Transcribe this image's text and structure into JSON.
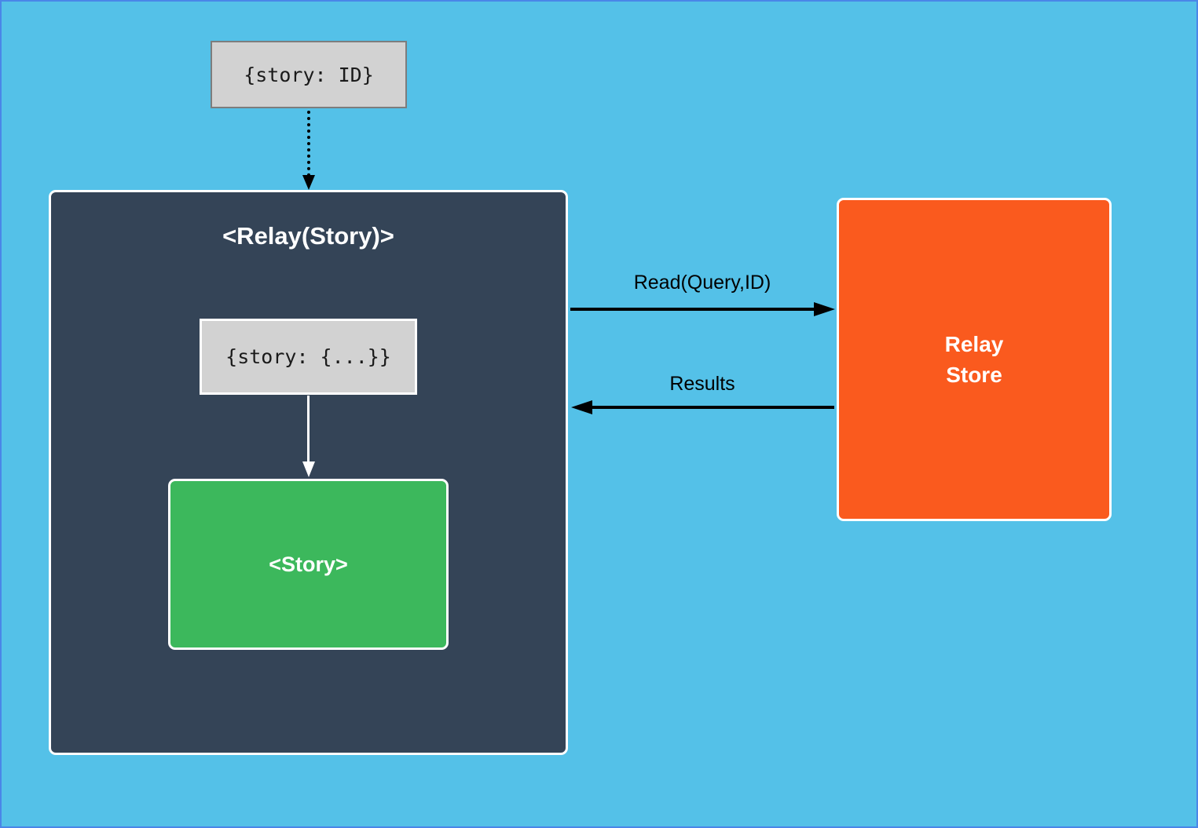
{
  "diagram": {
    "nodes": {
      "input_props": {
        "label": "{story: ID}"
      },
      "relay_container": {
        "title": "<Relay(Story)>"
      },
      "resolved_props": {
        "label": "{story: {...}}"
      },
      "story_component": {
        "label": "<Story>"
      },
      "relay_store": {
        "lines": [
          "Relay",
          "Store"
        ]
      }
    },
    "edges": {
      "read": {
        "label": "Read(Query,ID)"
      },
      "results": {
        "label": "Results"
      }
    },
    "colors": {
      "page_background": "#54c1e8",
      "page_frame_border": "#4a86e8",
      "container_fill": "#344457",
      "gray_node_fill": "#d2d2d2",
      "gray_node_border": "#7d7d7d",
      "green_node_fill": "#3cb85c",
      "orange_node_fill": "#fa5a1e",
      "node_border_white": "#ffffff",
      "arrow_black": "#000000",
      "arrow_white": "#ffffff"
    }
  }
}
